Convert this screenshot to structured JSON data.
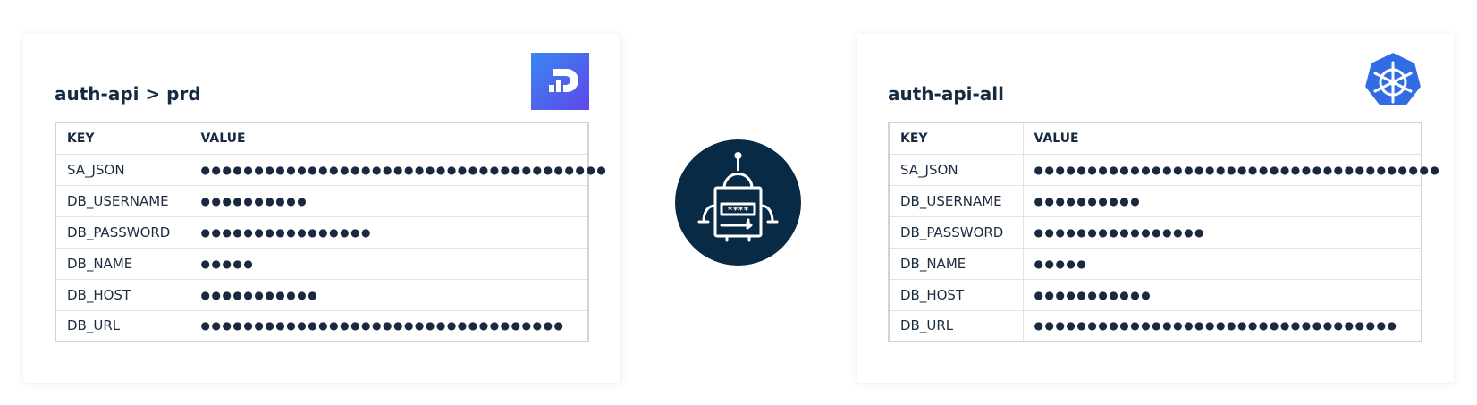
{
  "colors": {
    "title_text": "#172a42",
    "table_border": "#cbd5e0",
    "robot_circle": "#082a45",
    "doppler_gradient_start": "#3a7ef0",
    "doppler_gradient_end": "#5b4ce8",
    "kubernetes_blue": "#326ce5"
  },
  "left_panel": {
    "title": "auth-api > prd",
    "logo_icon": "doppler-logo-icon",
    "table": {
      "headers": {
        "key": "KEY",
        "value": "VALUE"
      },
      "rows": [
        {
          "key": "SA_JSON",
          "value": "●●●●●●●●●●●●●●●●●●●●●●●●●●●●●●●●●●●●●●"
        },
        {
          "key": "DB_USERNAME",
          "value": " ●●●●●●●●●●"
        },
        {
          "key": "DB_PASSWORD",
          "value": "●●●●●●●●●●●●●●●●"
        },
        {
          "key": "DB_NAME",
          "value": "●●●●●"
        },
        {
          "key": "DB_HOST",
          "value": "●●●●●●●●●●●"
        },
        {
          "key": "DB_URL",
          "value": "●●●●●●●●●●●●●●●●●●●●●●●●●●●●●●●●●●"
        }
      ]
    }
  },
  "center": {
    "icon": "robot-password-icon",
    "password_mask": "****"
  },
  "right_panel": {
    "title": "auth-api-all",
    "logo_icon": "kubernetes-logo-icon",
    "table": {
      "headers": {
        "key": "KEY",
        "value": "VALUE"
      },
      "rows": [
        {
          "key": "SA_JSON",
          "value": "●●●●●●●●●●●●●●●●●●●●●●●●●●●●●●●●●●●●●●"
        },
        {
          "key": "DB_USERNAME",
          "value": " ●●●●●●●●●●"
        },
        {
          "key": "DB_PASSWORD",
          "value": "●●●●●●●●●●●●●●●●"
        },
        {
          "key": "DB_NAME",
          "value": "●●●●●"
        },
        {
          "key": "DB_HOST",
          "value": "●●●●●●●●●●●"
        },
        {
          "key": "DB_URL",
          "value": "●●●●●●●●●●●●●●●●●●●●●●●●●●●●●●●●●●"
        }
      ]
    }
  }
}
